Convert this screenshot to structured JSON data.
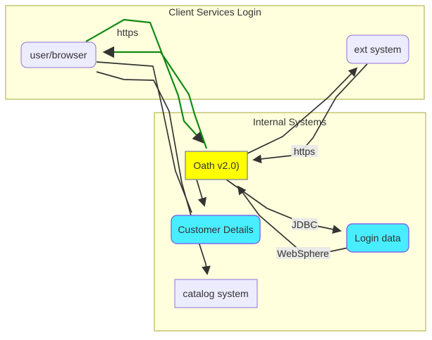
{
  "diagram": {
    "subgraphs": {
      "client": {
        "title": "Client Services Login"
      },
      "internal": {
        "title": "Internal Systems"
      }
    },
    "nodes": {
      "user_browser": {
        "label": "user/browser"
      },
      "ext_system": {
        "label": "ext system"
      },
      "oath": {
        "label": "Oath v2.0)"
      },
      "customer_details": {
        "label": "Customer Details"
      },
      "login_data": {
        "label": "Login data"
      },
      "catalog_system": {
        "label": "catalog system"
      }
    },
    "edge_labels": {
      "https_top": "https",
      "https_internal": "https",
      "jdbc": "JDBC",
      "websphere": "WebSphere"
    },
    "colors": {
      "subgraph_fill": "#ffffde",
      "subgraph_border": "#aaaa33",
      "node_fill_lavender": "#ececff",
      "node_border_purple": "#9370db",
      "node_fill_yellow": "#ffff00",
      "node_fill_cyan": "#48eeff",
      "node_border_blue": "#7b68ee",
      "edge_black": "#333333",
      "edge_green": "#138a13",
      "label_background": "#e8e8e8",
      "text": "#333333"
    }
  }
}
